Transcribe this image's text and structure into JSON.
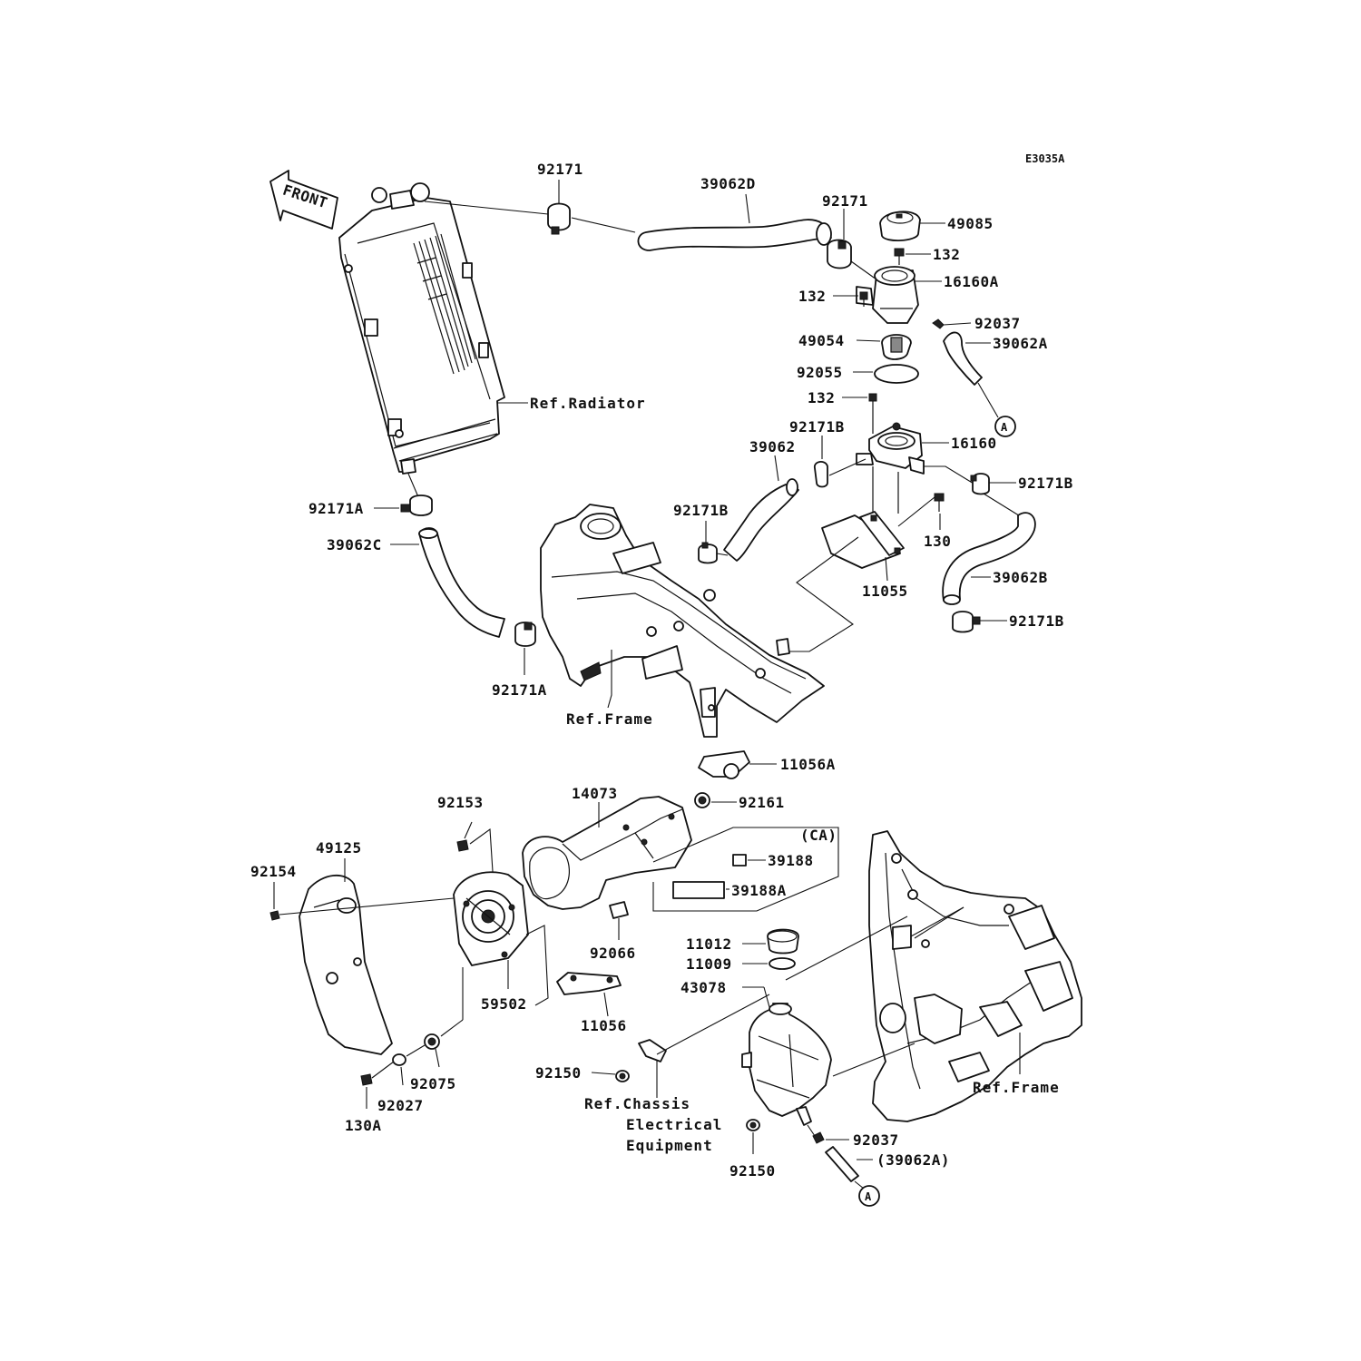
{
  "diagram_code": "E3035A",
  "front_label": "FRONT",
  "callout_a": "A",
  "labels": {
    "p92171_top": "92171",
    "p39062D": "39062D",
    "p92171_mid": "92171",
    "p49085": "49085",
    "p132_a": "132",
    "p16160A": "16160A",
    "p132_b": "132",
    "p92037_top": "92037",
    "p49054": "49054",
    "p39062A": "39062A",
    "p92055": "92055",
    "p132_c": "132",
    "p92171B_a": "92171B",
    "p39062": "39062",
    "p16160": "16160",
    "p92171B_b": "92171B",
    "p92171B_c": "92171B",
    "p130": "130",
    "p11055": "11055",
    "p39062B": "39062B",
    "p92171B_d": "92171B",
    "p92171A_a": "92171A",
    "p39062C": "39062C",
    "p92171A_b": "92171A",
    "p11056A": "11056A",
    "p14073": "14073",
    "p92161": "92161",
    "p92153": "92153",
    "p49125": "49125",
    "p92154": "92154",
    "pCA": "(CA)",
    "p39188": "39188",
    "p39188A": "39188A",
    "p92066": "92066",
    "p59502": "59502",
    "p11056": "11056",
    "p11012": "11012",
    "p11009": "11009",
    "p43078": "43078",
    "p92150_a": "92150",
    "p92075": "92075",
    "p92027": "92027",
    "p130A": "130A",
    "p92150_b": "92150",
    "p92037_bot": "92037",
    "p39062A_paren": "(39062A)"
  },
  "refs": {
    "radiator": "Ref.Radiator",
    "frame_top": "Ref.Frame",
    "frame_bottom": "Ref.Frame",
    "chassis_1": "Ref.Chassis",
    "chassis_2": "Electrical",
    "chassis_3": "Equipment"
  }
}
